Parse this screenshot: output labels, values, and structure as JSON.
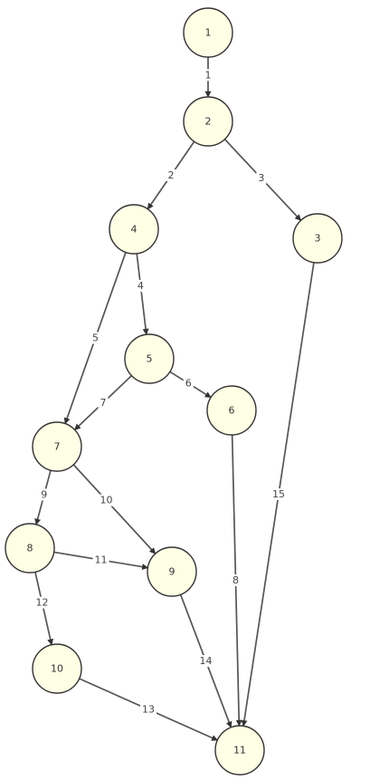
{
  "colors": {
    "node_fill": "#ffffe6",
    "node_stroke": "#333333",
    "edge": "#555555",
    "arrow": "#333333",
    "label_text": "#444444",
    "background": "#ffffff"
  },
  "nodes": [
    {
      "id": "n1",
      "label": "1"
    },
    {
      "id": "n2",
      "label": "2"
    },
    {
      "id": "n3",
      "label": "3"
    },
    {
      "id": "n4",
      "label": "4"
    },
    {
      "id": "n5",
      "label": "5"
    },
    {
      "id": "n6",
      "label": "6"
    },
    {
      "id": "n7",
      "label": "7"
    },
    {
      "id": "n8",
      "label": "8"
    },
    {
      "id": "n9",
      "label": "9"
    },
    {
      "id": "n10",
      "label": "10"
    },
    {
      "id": "n11",
      "label": "11"
    }
  ],
  "edges": [
    {
      "id": "e1",
      "from": "n1",
      "to": "n2",
      "label": "1"
    },
    {
      "id": "e2",
      "from": "n2",
      "to": "n4",
      "label": "2"
    },
    {
      "id": "e3",
      "from": "n2",
      "to": "n3",
      "label": "3"
    },
    {
      "id": "e4",
      "from": "n4",
      "to": "n5",
      "label": "4"
    },
    {
      "id": "e5",
      "from": "n4",
      "to": "n7",
      "label": "5"
    },
    {
      "id": "e6",
      "from": "n5",
      "to": "n6",
      "label": "6"
    },
    {
      "id": "e7",
      "from": "n5",
      "to": "n7",
      "label": "7"
    },
    {
      "id": "e8",
      "from": "n6",
      "to": "n11",
      "label": "8"
    },
    {
      "id": "e9",
      "from": "n7",
      "to": "n8",
      "label": "9"
    },
    {
      "id": "e10",
      "from": "n7",
      "to": "n9",
      "label": "10"
    },
    {
      "id": "e11",
      "from": "n8",
      "to": "n9",
      "label": "11"
    },
    {
      "id": "e12",
      "from": "n8",
      "to": "n10",
      "label": "12"
    },
    {
      "id": "e13",
      "from": "n10",
      "to": "n11",
      "label": "13"
    },
    {
      "id": "e14",
      "from": "n9",
      "to": "n11",
      "label": "14"
    },
    {
      "id": "e15",
      "from": "n3",
      "to": "n11",
      "label": "15"
    }
  ]
}
